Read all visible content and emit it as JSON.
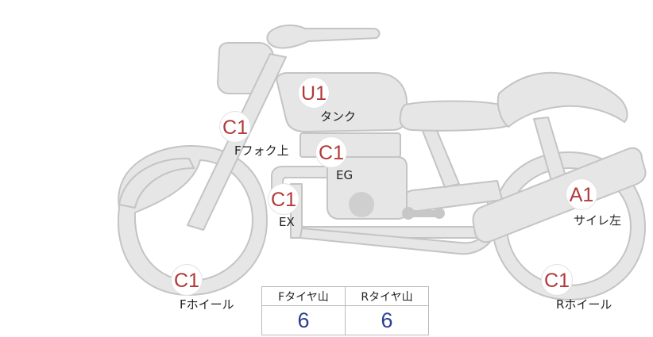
{
  "parts": [
    {
      "id": "tank",
      "grade": "U1",
      "label": "タンク"
    },
    {
      "id": "front-fork",
      "grade": "C1",
      "label": "Fフォク上"
    },
    {
      "id": "engine",
      "grade": "C1",
      "label": "EG"
    },
    {
      "id": "exhaust",
      "grade": "C1",
      "label": "EX"
    },
    {
      "id": "silencer-left",
      "grade": "A1",
      "label": "サイレ左"
    },
    {
      "id": "front-wheel",
      "grade": "C1",
      "label": "Fホイール"
    },
    {
      "id": "rear-wheel",
      "grade": "C1",
      "label": "Rホイール"
    }
  ],
  "tread": {
    "front_header": "Fタイヤ山",
    "rear_header": "Rタイヤ山",
    "front_value": "6",
    "rear_value": "6"
  },
  "colors": {
    "bike_fill": "#e6e6e6",
    "bike_stroke": "#c4c4c4",
    "grade_text": "#b13a3a",
    "tread_value": "#2a3f8f"
  }
}
